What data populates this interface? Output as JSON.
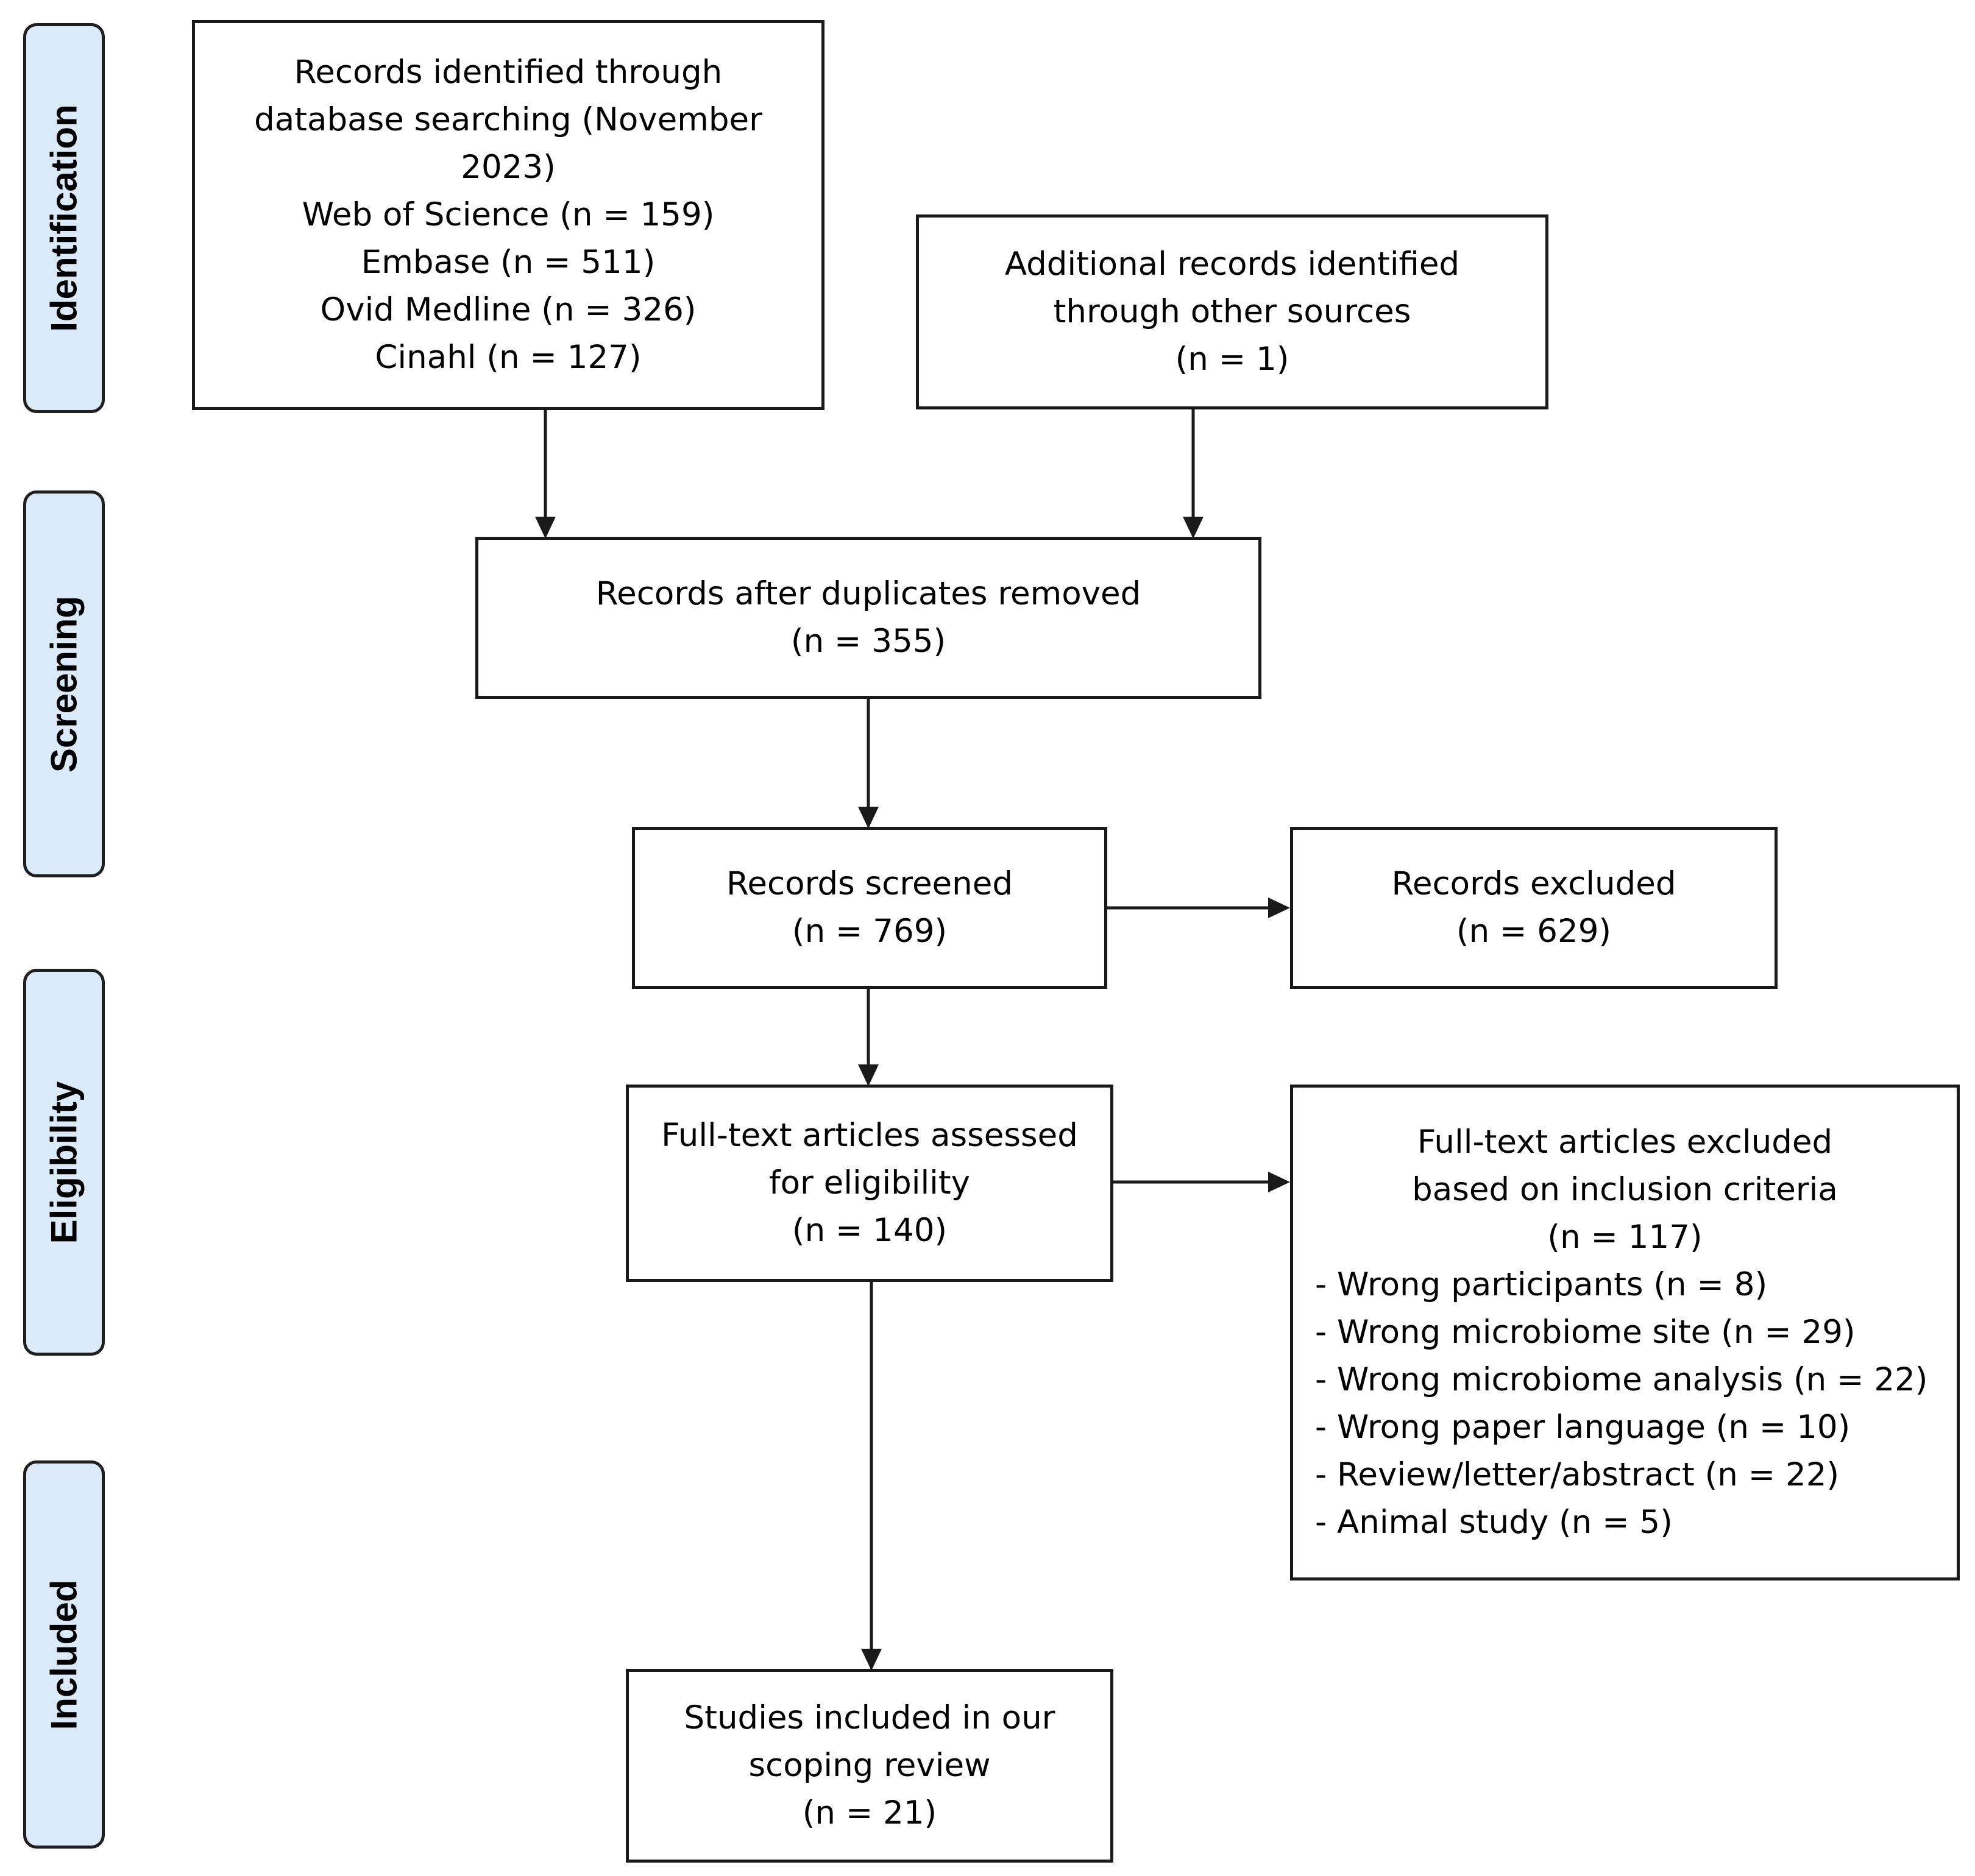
{
  "stages": {
    "identification": "Identification",
    "screening": "Screening",
    "eligibility": "Eligibility",
    "included": "Included"
  },
  "boxes": {
    "database_search": {
      "lines": [
        "Records identified through",
        "database searching (November",
        "2023)"
      ],
      "sources": [
        "Web of Science (n = 159)",
        "Embase (n = 511)",
        "Ovid Medline (n = 326)",
        "Cinahl (n = 127)"
      ]
    },
    "other_sources": {
      "lines": [
        "Additional records identified",
        "through other sources",
        "(n = 1)"
      ]
    },
    "duplicates_removed": {
      "lines": [
        "Records after duplicates removed",
        "(n = 355)"
      ]
    },
    "screened": {
      "lines": [
        "Records screened",
        "(n = 769)"
      ]
    },
    "excluded": {
      "lines": [
        "Records excluded",
        "(n = 629)"
      ]
    },
    "full_text": {
      "lines": [
        "Full-text articles assessed",
        "for eligibility",
        "(n = 140)"
      ]
    },
    "full_text_excluded": {
      "lines": [
        "Full-text articles excluded",
        "based on inclusion criteria",
        "(n = 117)"
      ],
      "reasons": [
        "- Wrong participants (n = 8)",
        "- Wrong microbiome site (n = 29)",
        "- Wrong microbiome analysis (n = 22)",
        "- Wrong paper language (n = 10)",
        "- Review/letter/abstract (n = 22)",
        "- Animal study (n = 5)"
      ]
    },
    "included": {
      "lines": [
        "Studies included in our",
        "scoping review",
        "(n = 21)"
      ]
    }
  }
}
